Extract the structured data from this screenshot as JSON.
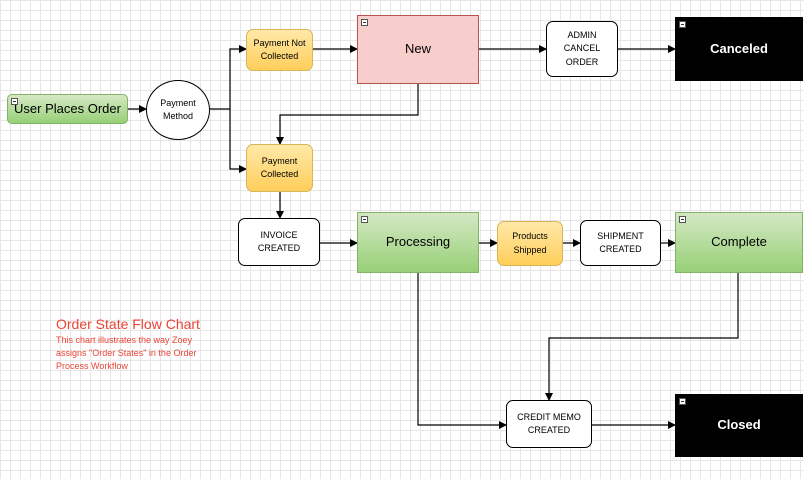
{
  "nodes": {
    "user_places_order": "User Places Order",
    "payment_method": "Payment Method",
    "payment_not_collected": "Payment Not Collected",
    "new": "New",
    "admin_cancel_order": "ADMIN CANCEL ORDER",
    "canceled": "Canceled",
    "payment_collected": "Payment Collected",
    "invoice_created": "INVOICE CREATED",
    "processing": "Processing",
    "products_shipped": "Products Shipped",
    "shipment_created": "SHIPMENT CREATED",
    "complete": "Complete",
    "credit_memo_created": "CREDIT MEMO CREATED",
    "closed": "Closed"
  },
  "legend": {
    "title": "Order State Flow Chart",
    "description": "This chart illustrates the way Zoey assigns \"Order States\" in the Order Process Workflow"
  },
  "colors": {
    "green_state": "#97d077",
    "new_state": "#f8cecc",
    "yellow_event": "#ffce5b",
    "terminal_state": "#000000",
    "legend_text": "#ea4335"
  }
}
